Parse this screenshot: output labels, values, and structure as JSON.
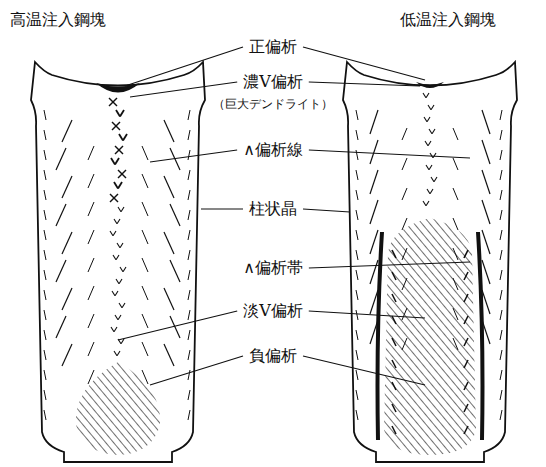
{
  "diagram": {
    "labels": [
      "高温注入鋼塊",
      "低温注入鋼塊",
      "正偏析",
      "濃V偏析",
      "（巨大デンドライト）",
      "∧偏析線",
      "柱状晶",
      "∧偏析帯",
      "淡V偏析",
      "負偏析"
    ]
  }
}
